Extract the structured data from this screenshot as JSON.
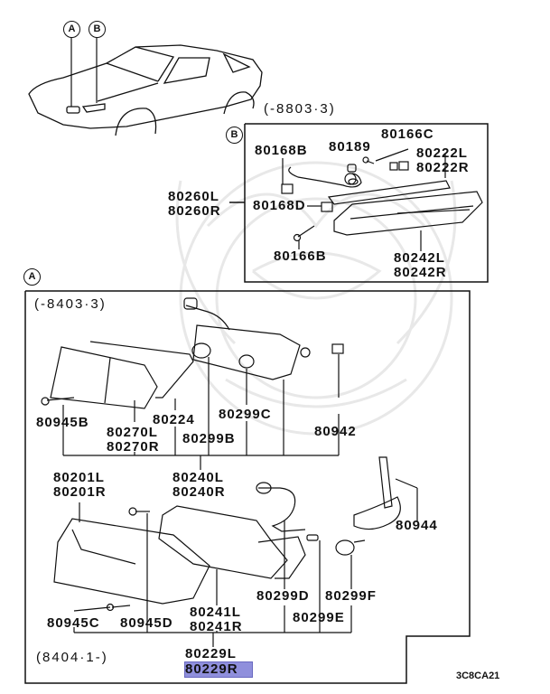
{
  "diagram": {
    "code": "3C8CA21",
    "callouts": {
      "a": "A",
      "b": "B"
    },
    "section_b": {
      "range": "(-8803·3)",
      "parts": {
        "p80168B": "80168B",
        "p80189": "80189",
        "p80166C": "80166C",
        "p80222": [
          "80222L",
          "80222R"
        ],
        "p80260": [
          "80260L",
          "80260R"
        ],
        "p80168D": "80168D",
        "p80166B": "80166B",
        "p80242": [
          "80242L",
          "80242R"
        ]
      }
    },
    "section_a": {
      "range_top": "(-8403·3)",
      "range_bottom": "(8404·1-)",
      "parts": {
        "p80945B": "80945B",
        "p80270": [
          "80270L",
          "80270R"
        ],
        "p80224": "80224",
        "p80299C": "80299C",
        "p80299B": "80299B",
        "p80942": "80942",
        "p80240": [
          "80240L",
          "80240R"
        ],
        "p80201": [
          "80201L",
          "80201R"
        ],
        "p80944": "80944",
        "p80299D": "80299D",
        "p80299F": "80299F",
        "p80241": [
          "80241L",
          "80241R"
        ],
        "p80945C": "80945C",
        "p80945D": "80945D",
        "p80299E": "80299E",
        "p80229": [
          "80229L",
          "80229R"
        ]
      }
    },
    "highlighted_part": "80229R",
    "colors": {
      "highlight": "#8f8fdc",
      "line": "#111111",
      "watermark": "#e6e6e6"
    }
  }
}
